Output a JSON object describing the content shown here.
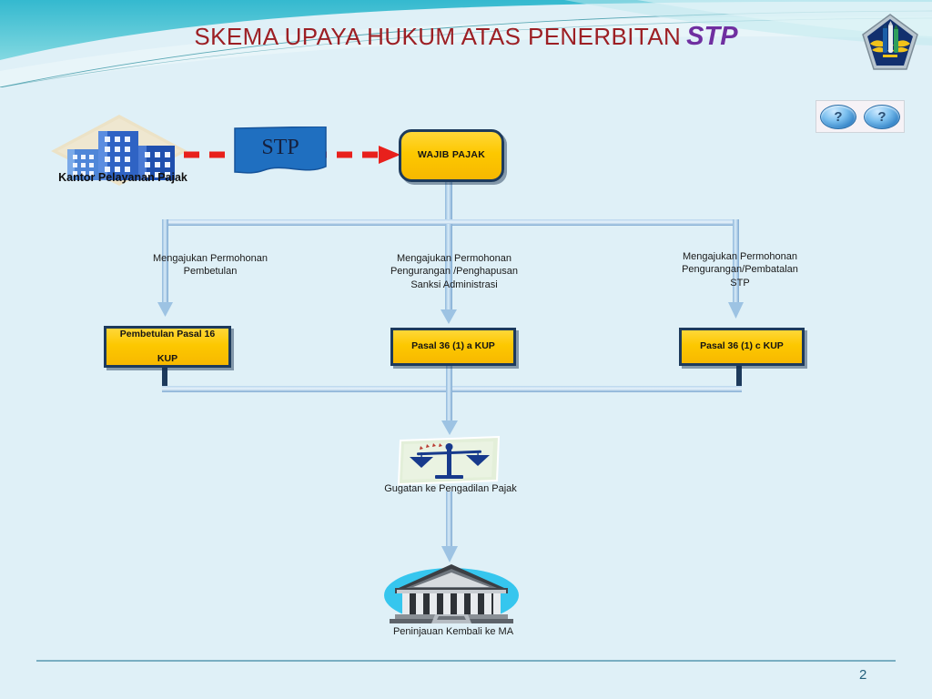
{
  "page": {
    "background_color": "#dff0f7",
    "page_number": "2"
  },
  "header": {
    "title_main": "SKEMA UPAYA HUKUM ATAS PENERBITAN",
    "title_accent": "STP",
    "title_color": "#9c1f24",
    "accent_color": "#6f2fa0",
    "banner_color": "#59c6d6",
    "logo_name": "kemenkeu-logo"
  },
  "help": {
    "buttons": [
      {
        "name": "help-button-1",
        "glyph": "?"
      },
      {
        "name": "help-button-2",
        "glyph": "?"
      }
    ]
  },
  "source": {
    "office_label": "Kantor Pelayanan Pajak",
    "document_label": "STP",
    "document_color": "#1f6fc0",
    "arrow_color": "#e8201c"
  },
  "nodes": {
    "taxpayer": "WAJIB PAJAK",
    "box_color": "#fdc800",
    "box_border": "#1d3a5c",
    "branch_left_box": "Pembetulan Pasal 16\nKUP",
    "branch_left_box_line1": "Pembetulan Pasal 16",
    "branch_left_box_line2": "KUP",
    "branch_mid_box": "Pasal 36 (1) a KUP",
    "branch_right_box": "Pasal 36 (1) c KUP"
  },
  "branch_labels": {
    "left_line1": "Mengajukan Permohonan",
    "left_line2": "Pembetulan",
    "mid_line1": "Mengajukan Permohonan",
    "mid_line2": "Pengurangan /Penghapusan",
    "mid_line3": "Sanksi Administrasi",
    "right_line1": "Mengajukan Permohonan",
    "right_line2": "Pengurangan/Pembatalan",
    "right_line3": "STP"
  },
  "outcomes": {
    "court_label": "Gugatan ke Pengadilan Pajak",
    "court_icon": "scales-of-justice-icon",
    "supreme_label": "Peninjauan Kembali ke MA",
    "supreme_icon": "courthouse-icon"
  },
  "connectors": {
    "line_color": "#8fb8dc",
    "edge_color": "#1d3a5c"
  }
}
